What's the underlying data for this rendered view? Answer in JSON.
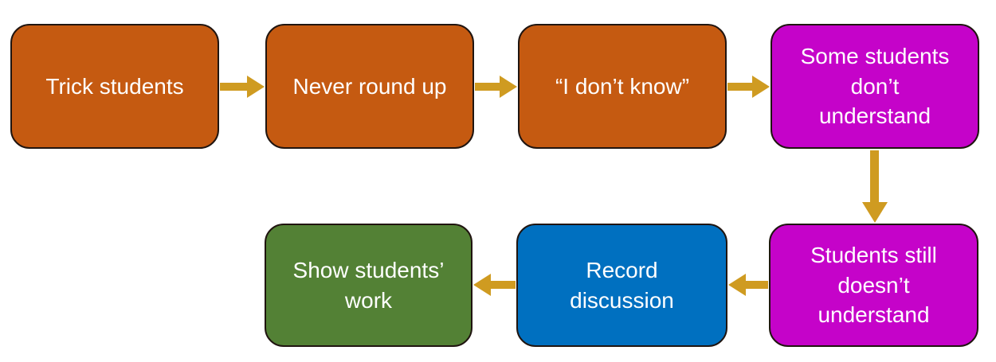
{
  "diagram": {
    "type": "flowchart",
    "background": "#FFFFFF"
  },
  "colors": {
    "orange": "#C55A11",
    "magenta": "#C503C9",
    "blue": "#0070C0",
    "green": "#538135",
    "arrow": "#CF9B21",
    "border": "#201510",
    "text": "#FFFFFF"
  },
  "nodes": [
    {
      "id": "trick-students",
      "label": "Trick students",
      "fill": "#C55A11"
    },
    {
      "id": "never-round-up",
      "label": "Never round up",
      "fill": "#C55A11"
    },
    {
      "id": "i-dont-know",
      "label": "“I don’t know”",
      "fill": "#C55A11"
    },
    {
      "id": "some-students-dont-understand",
      "label": "Some students\ndon’t\nunderstand",
      "fill": "#C503C9"
    },
    {
      "id": "students-still-doesnt-understand",
      "label": "Students still\ndoesn’t\nunderstand",
      "fill": "#C503C9"
    },
    {
      "id": "record-discussion",
      "label": "Record\ndiscussion",
      "fill": "#0070C0"
    },
    {
      "id": "show-students-work",
      "label": "Show students’\nwork",
      "fill": "#538135"
    }
  ],
  "edges": [
    {
      "from": "trick-students",
      "to": "never-round-up",
      "direction": "right"
    },
    {
      "from": "never-round-up",
      "to": "i-dont-know",
      "direction": "right"
    },
    {
      "from": "i-dont-know",
      "to": "some-students-dont-understand",
      "direction": "right"
    },
    {
      "from": "some-students-dont-understand",
      "to": "students-still-doesnt-understand",
      "direction": "down"
    },
    {
      "from": "students-still-doesnt-understand",
      "to": "record-discussion",
      "direction": "left"
    },
    {
      "from": "record-discussion",
      "to": "show-students-work",
      "direction": "left"
    }
  ]
}
